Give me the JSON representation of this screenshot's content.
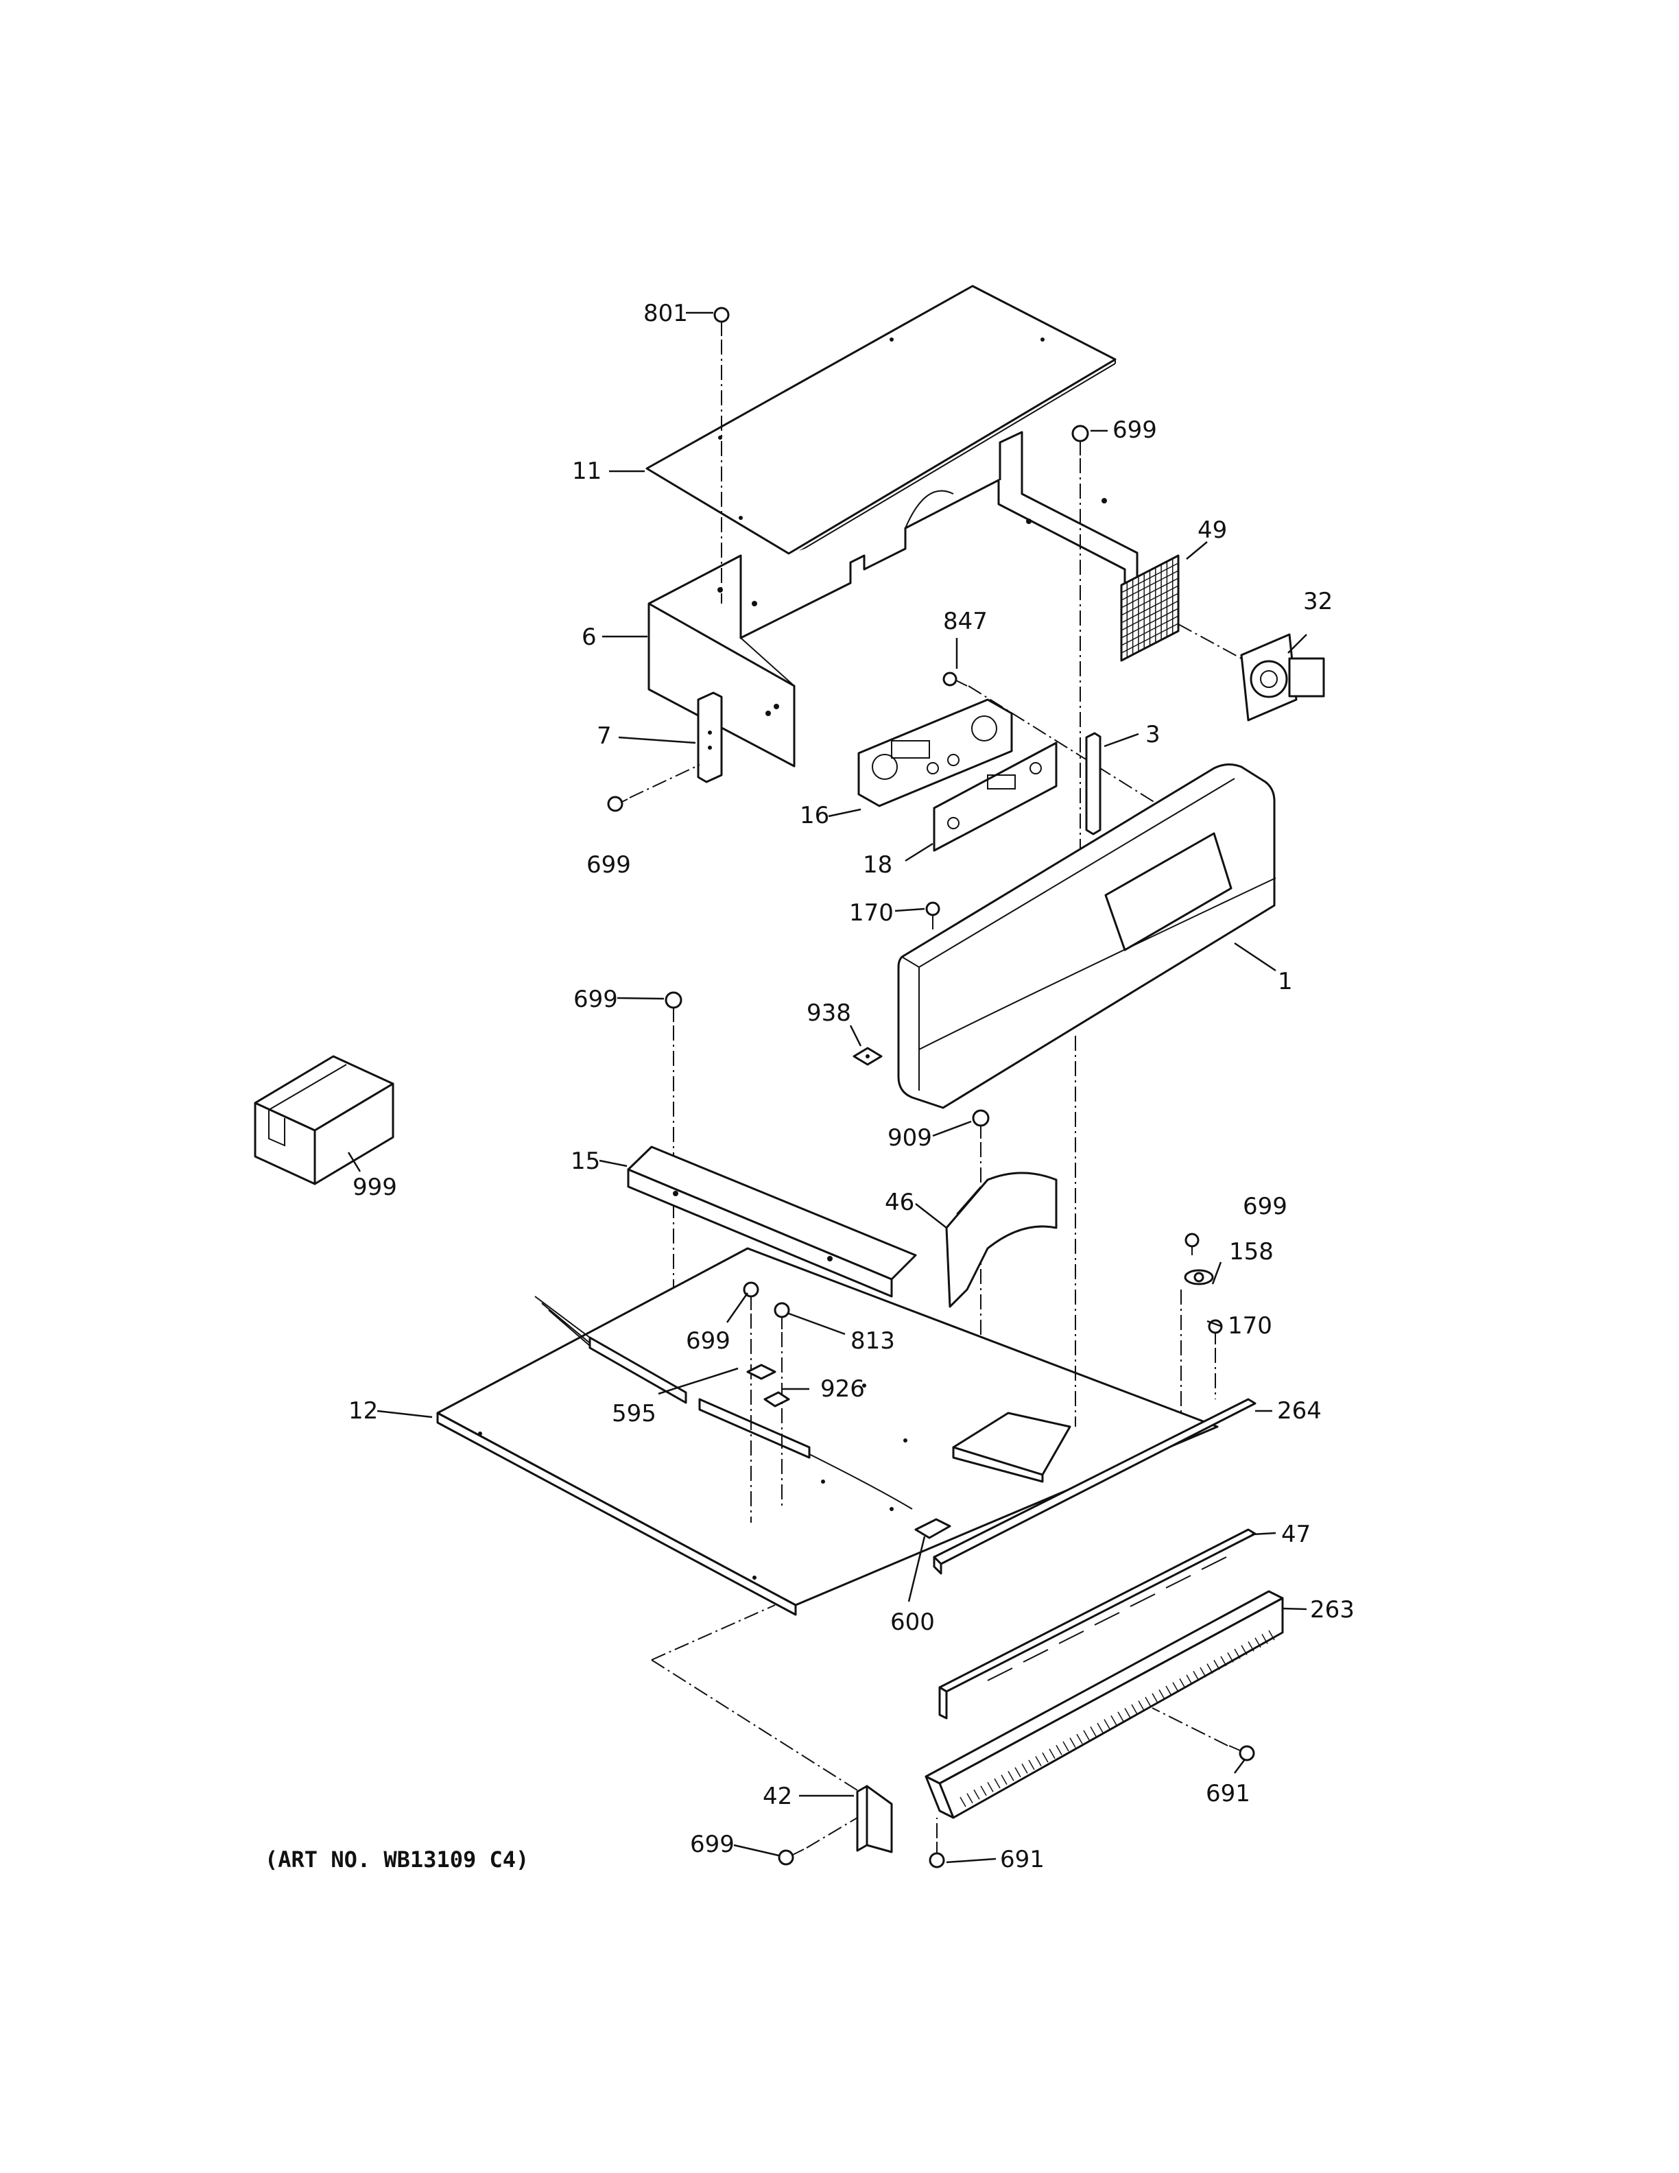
{
  "diagram": {
    "art_number": "(ART NO. WB13109 C4)",
    "callouts": {
      "c801": "801",
      "c699_top": "699",
      "c11": "11",
      "c49": "49",
      "c32": "32",
      "c6": "6",
      "c847": "847",
      "c7": "7",
      "c3": "3",
      "c16": "16",
      "c699_left": "699",
      "c18": "18",
      "c170_mid": "170",
      "c1": "1",
      "c699_mid": "699",
      "c938": "938",
      "c999": "999",
      "c909": "909",
      "c15": "15",
      "c46": "46",
      "c699_right": "699",
      "c158": "158",
      "c699_lower": "699",
      "c813": "813",
      "c170_right": "170",
      "c926": "926",
      "c264": "264",
      "c12": "12",
      "c595": "595",
      "c47": "47",
      "c263": "263",
      "c600": "600",
      "c691_right": "691",
      "c42": "42",
      "c699_bottom": "699",
      "c691_bottom": "691"
    }
  }
}
